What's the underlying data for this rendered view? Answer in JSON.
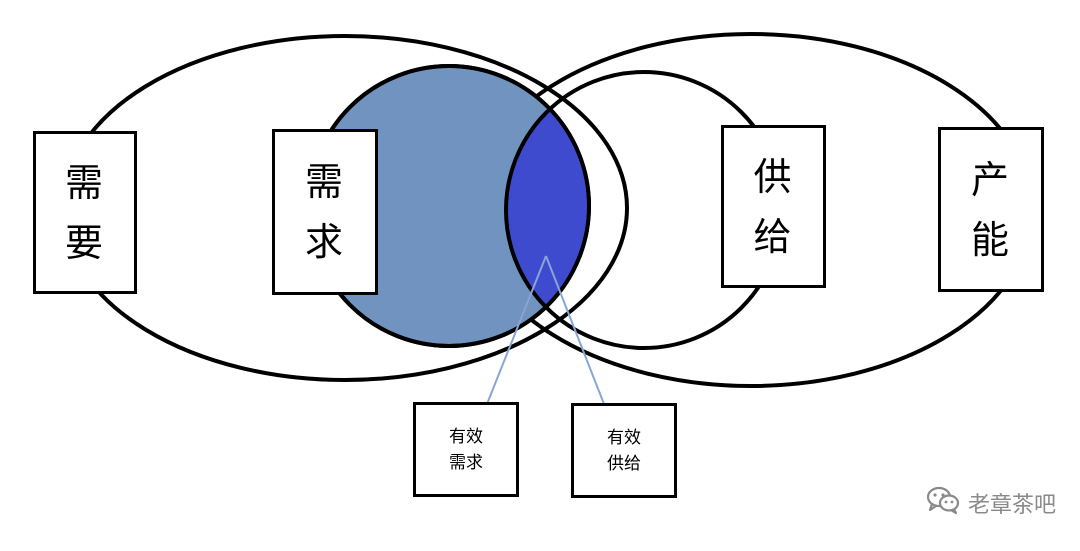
{
  "boxes": {
    "xuyao": "需\n要",
    "xuqiu": "需\n求",
    "gongji": "供\n给",
    "channeng": "产\n能",
    "youxiao_xuqiu": "有效\n需求",
    "youxiao_gongji": "有效\n供给"
  },
  "colors": {
    "demand_fill": "#7093bf",
    "intersection_fill": "#3f4bcf",
    "outline": "#000000",
    "pointer_line": "#8aa4d6"
  },
  "watermark": {
    "icon": "wechat-icon",
    "text": "老章茶吧"
  }
}
